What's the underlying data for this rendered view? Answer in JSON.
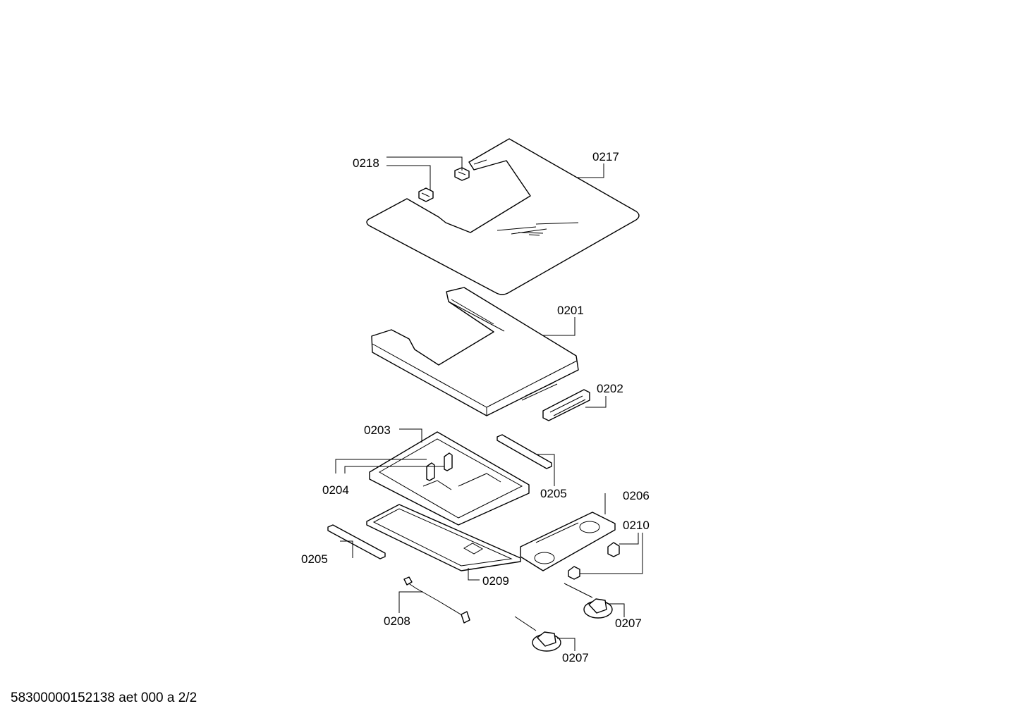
{
  "part_labels": {
    "p0218": "0218",
    "p0217": "0217",
    "p0201": "0201",
    "p0202": "0202",
    "p0203": "0203",
    "p0204": "0204",
    "p0205_right": "0205",
    "p0205_left": "0205",
    "p0206": "0206",
    "p0210": "0210",
    "p0209": "0209",
    "p0208": "0208",
    "p0207_right": "0207",
    "p0207_bottom": "0207"
  },
  "footer": {
    "document_code": "58300000152138 aet 000 a 2/2"
  }
}
